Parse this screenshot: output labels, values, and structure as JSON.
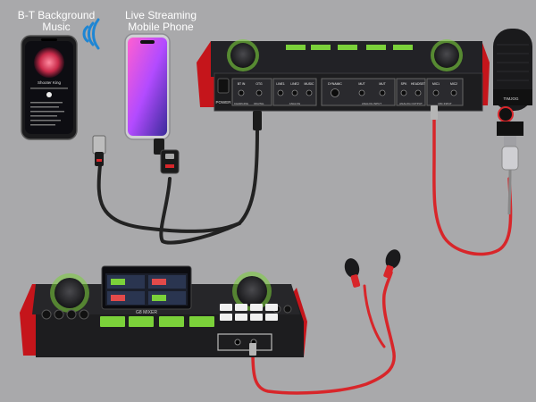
{
  "labels": {
    "bt_line1": "B-T Background",
    "bt_line2": "Music",
    "live_line1": "Live Streaming",
    "live_line2": "Mobile Phone"
  },
  "mixer_top": {
    "power": "POWER",
    "ports": [
      "BT IN",
      "OTG",
      "LINE1",
      "LINE2",
      "MUSIC",
      "DYNAMIC",
      "MUT",
      "MUT",
      "SPK",
      "HEADSET",
      "MIC1",
      "MIC2"
    ],
    "groups": [
      "CHARGING",
      "DIGITAL",
      "ANALOG",
      "ANALOG INPUT",
      "ANALOG OUTPUT",
      "MIC INPUT"
    ]
  },
  "mixer_bottom": {
    "screen_label": "G8 MIXER"
  },
  "phone": {
    "song": "Shooter King"
  },
  "mic": {
    "brand": "TIMJOG"
  },
  "colors": {
    "background": "#a9a9ab",
    "cable_red": "#d8262a",
    "accent_green": "#7bd13a",
    "device_dark": "#1d1d1f"
  }
}
